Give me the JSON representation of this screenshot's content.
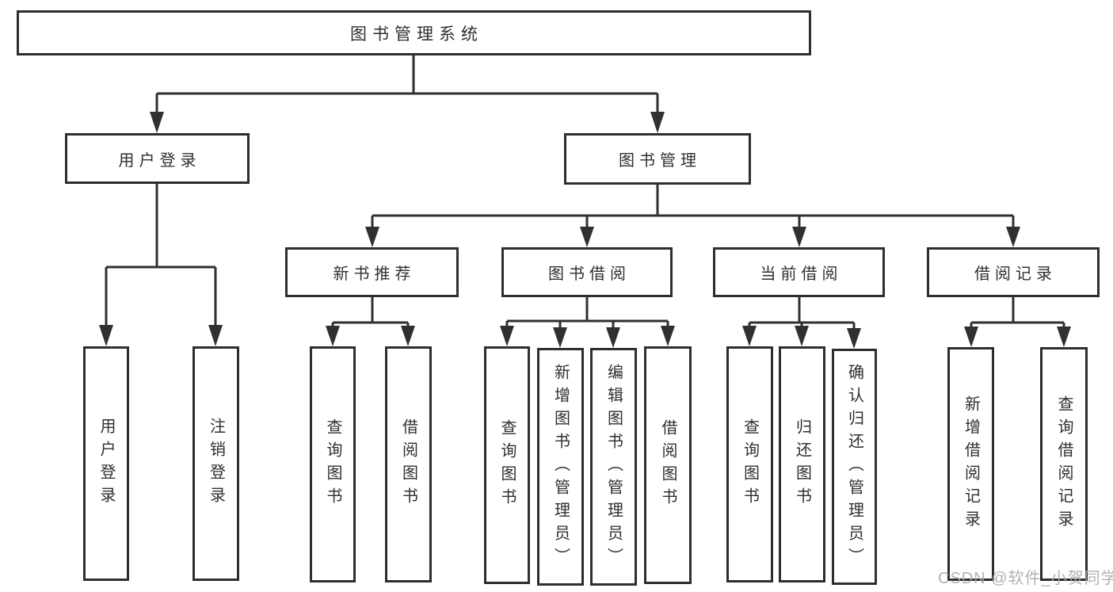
{
  "page": {
    "background": "#ffffff"
  },
  "palette": {
    "line_color": "#303030",
    "box_border_color": "#2e2e2e",
    "box_fill_color": "#ffffff",
    "text_color": "#2f2f2f",
    "watermark_color": "#aaaaaa"
  },
  "tree": {
    "root": {
      "label": "图书管理系统"
    },
    "branches": [
      {
        "label": "用户登录",
        "leaves": [
          {
            "label": "用户登录"
          },
          {
            "label": "注销登录"
          }
        ]
      },
      {
        "label": "图书管理",
        "groups": [
          {
            "label": "新书推荐",
            "leaves": [
              {
                "label": "查询图书"
              },
              {
                "label": "借阅图书"
              }
            ]
          },
          {
            "label": "图书借阅",
            "leaves": [
              {
                "label": "查询图书"
              },
              {
                "label": "新增图书（管理员）"
              },
              {
                "label": "编辑图书（管理员）"
              },
              {
                "label": "借阅图书"
              }
            ]
          },
          {
            "label": "当前借阅",
            "leaves": [
              {
                "label": "查询图书"
              },
              {
                "label": "归还图书"
              },
              {
                "label": "确认归还（管理员）"
              }
            ]
          },
          {
            "label": "借阅记录",
            "leaves": [
              {
                "label": "新增借阅记录"
              },
              {
                "label": "查询借阅记录"
              }
            ]
          }
        ]
      }
    ]
  },
  "watermark": {
    "text": "CSDN @软件_小贺同学"
  }
}
